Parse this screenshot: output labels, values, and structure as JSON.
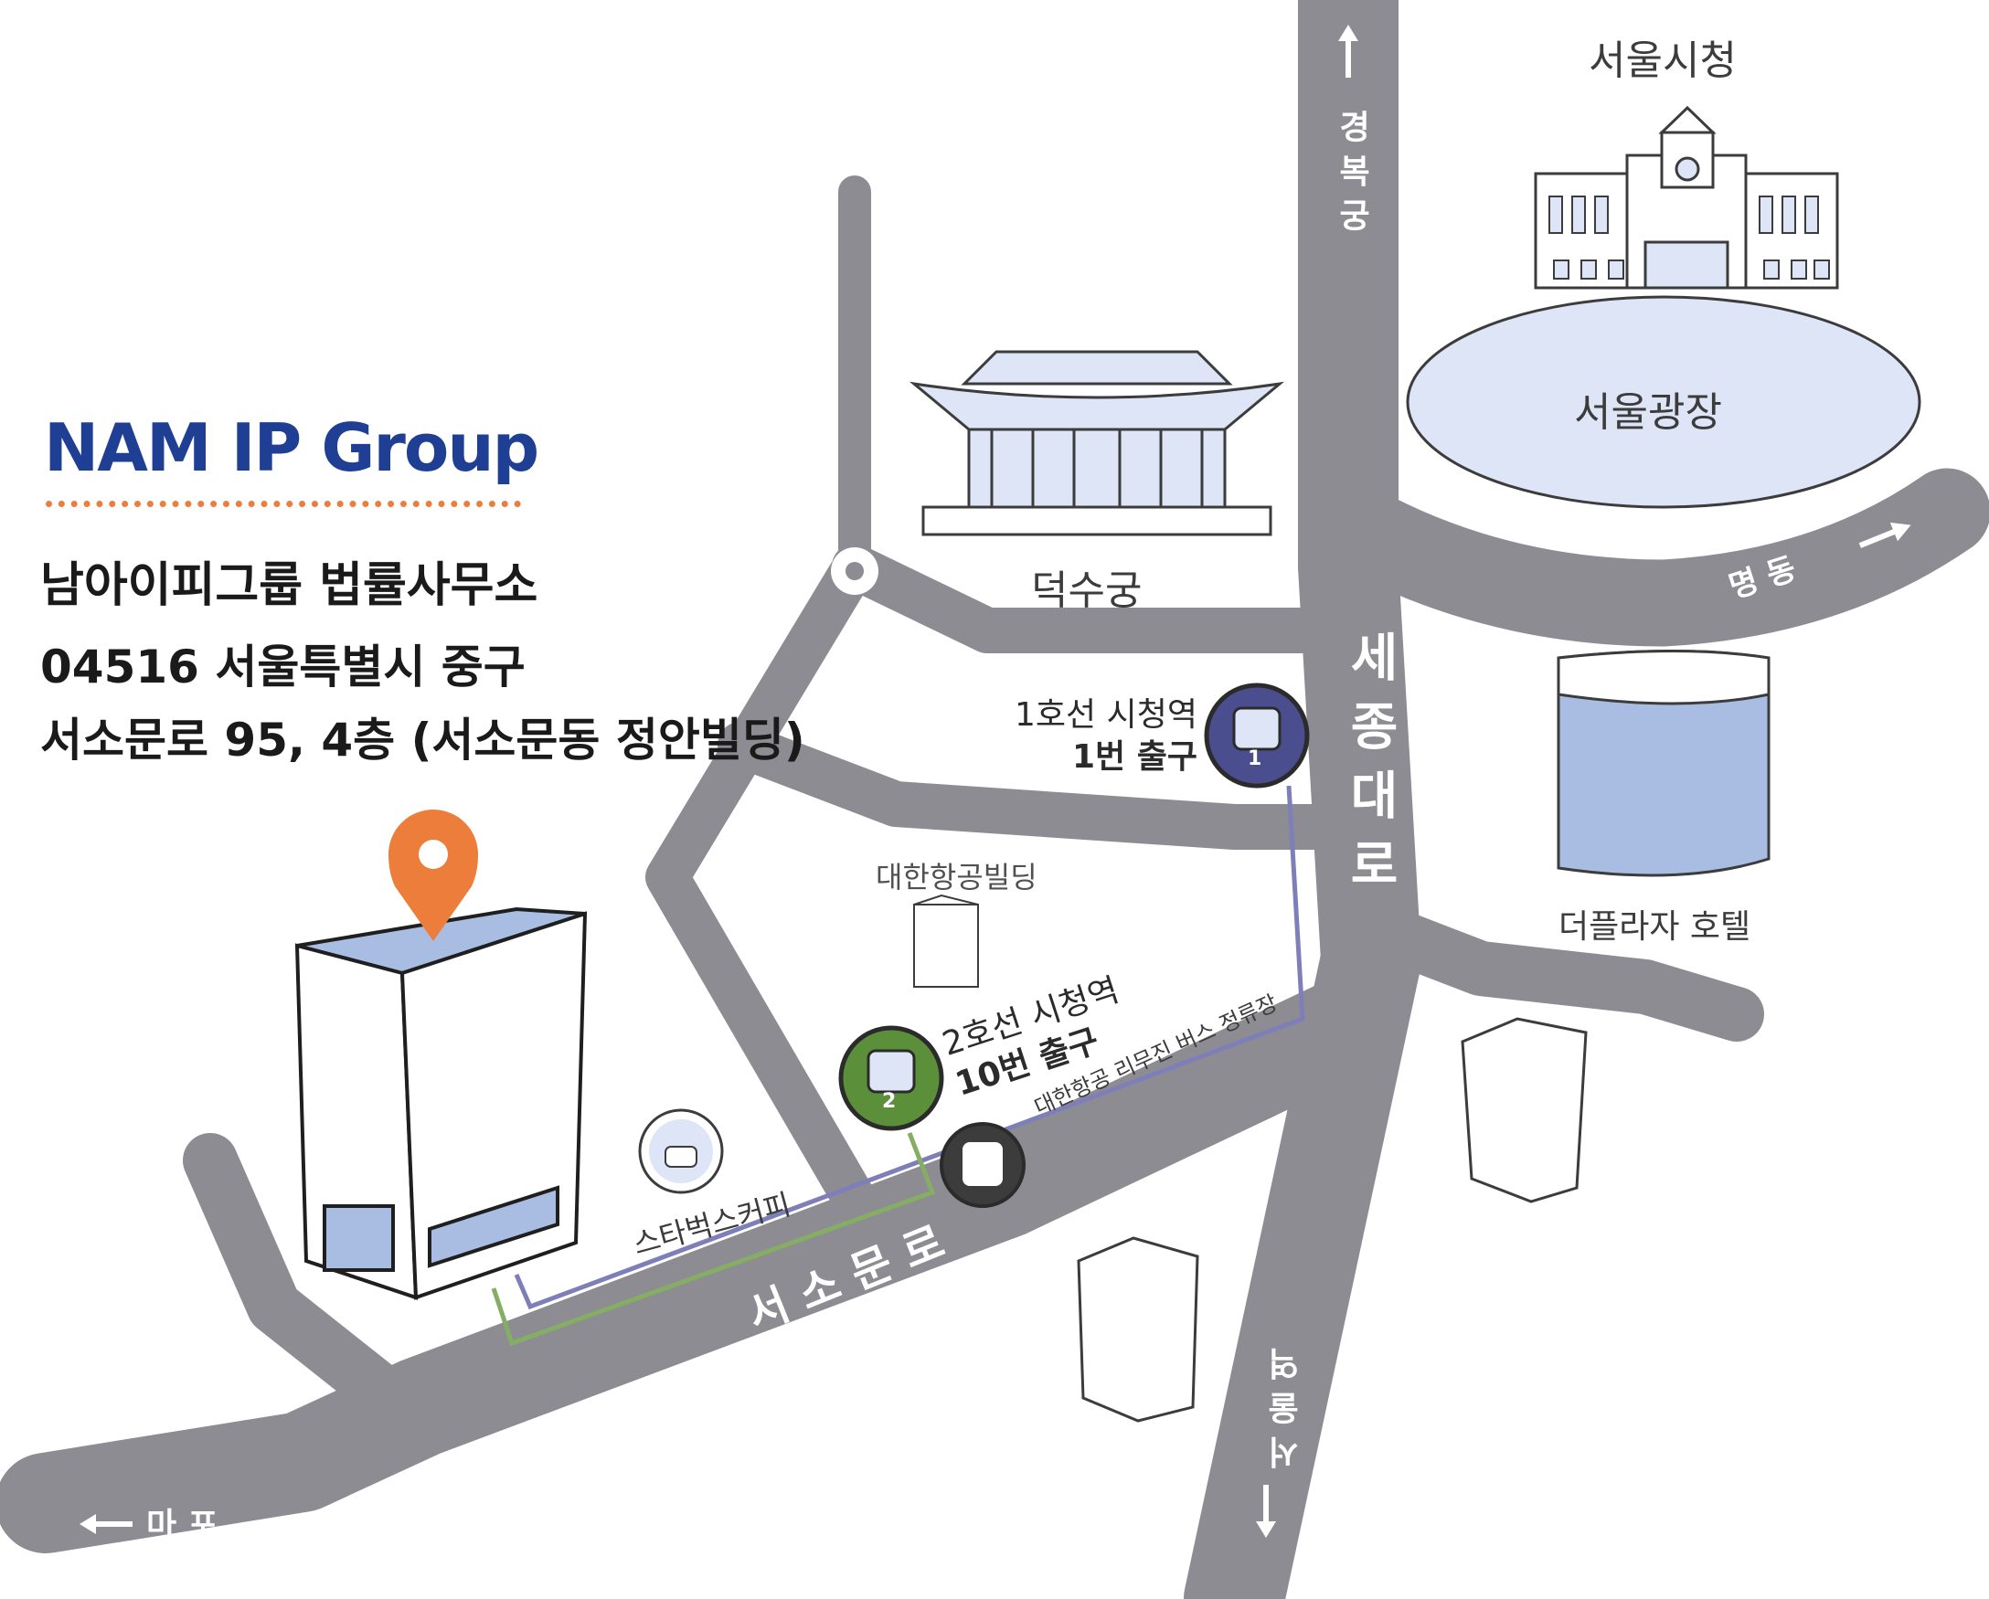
{
  "brand": {
    "logo_text": "NAM IP Group",
    "brand_color": "#1f3f95",
    "accent_color": "#ec7d3a"
  },
  "office": {
    "name": "남아이피그룹 법률사무소",
    "address_line1": "04516 서울특별시 중구",
    "address_line2": "서소문로 95, 4층 (서소문동 정안빌딩)"
  },
  "roads": {
    "sejongdaero": "세 종 대 로",
    "seosomunro": "서 소 문 로",
    "gyeongbokgung": "경 복 궁",
    "myeongdong": "명 동",
    "seoul_station": "서 울 역",
    "mapo": "마 포",
    "arrow_icons": [
      "arrow-up-icon",
      "arrow-right-icon",
      "arrow-down-icon",
      "arrow-left-icon"
    ]
  },
  "landmarks": {
    "city_hall": "서울시청",
    "seoul_plaza": "서울광장",
    "deoksugung": "덕수궁",
    "plaza_hotel": "더플라자 호텔",
    "korean_air_building": "대한항공빌딩",
    "starbucks": "스타벅스커피"
  },
  "stations": {
    "line1": {
      "name": "1호선 시청역",
      "exit": "1번 출구",
      "number": "1",
      "color": "#4a4e8f"
    },
    "line2": {
      "name": "2호선 시청역",
      "exit": "10번 출구",
      "number": "2",
      "color": "#5b8f3a"
    },
    "bus": {
      "name": "대한항공 리무진 버스 정류장"
    }
  },
  "colors": {
    "road": "#8c8c92",
    "plaza": "#dde5f6",
    "building": "#a9bde3",
    "line1_route": "#7e7fb8",
    "line2_route": "#86ad64"
  }
}
